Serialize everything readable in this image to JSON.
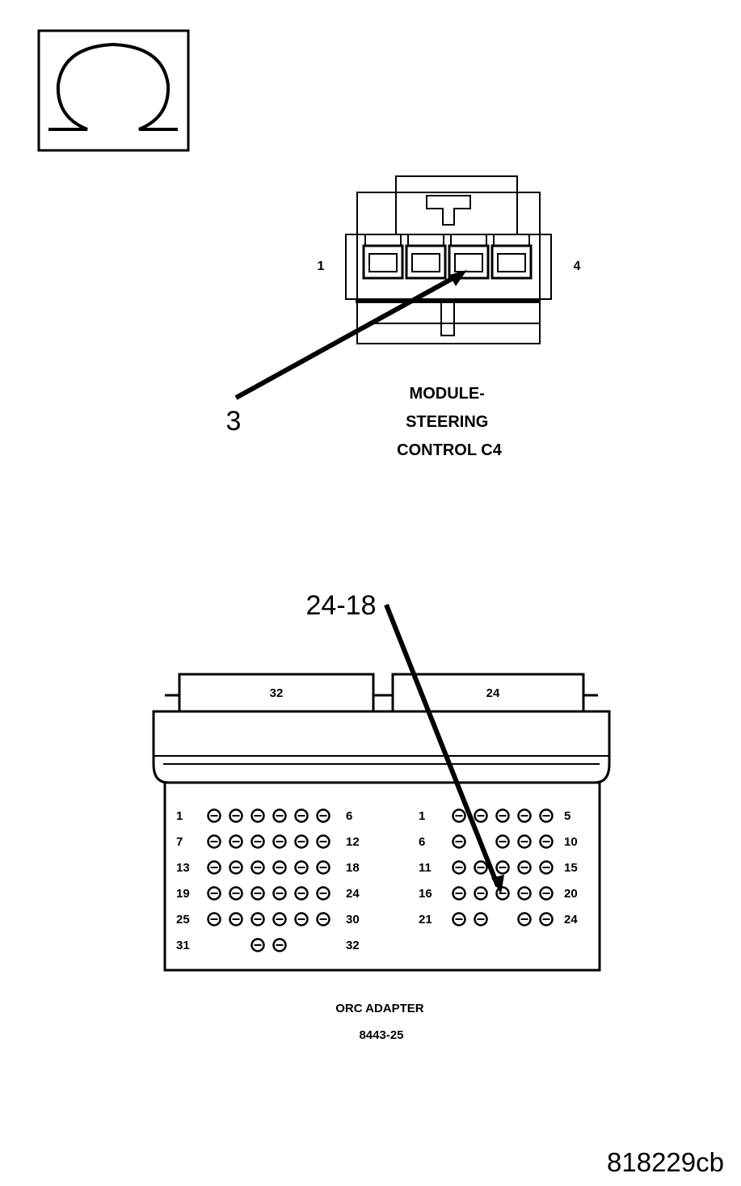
{
  "ohmmeter": {
    "icon": "omega-icon"
  },
  "module_connector": {
    "pin_left": "1",
    "pin_right": "4",
    "callout": "3",
    "label_lines": [
      "MODULE-",
      "STEERING",
      "CONTROL C4"
    ]
  },
  "orc_adapter": {
    "callout": "24-18",
    "tab_left": "32",
    "tab_right": "24",
    "left_block": {
      "row_start": [
        "1",
        "7",
        "13",
        "19",
        "25",
        "31"
      ],
      "row_end": [
        "6",
        "12",
        "18",
        "24",
        "30",
        "32"
      ]
    },
    "right_block": {
      "row_start": [
        "1",
        "6",
        "11",
        "16",
        "21"
      ],
      "row_end": [
        "5",
        "10",
        "15",
        "20",
        "24"
      ]
    },
    "label_lines": [
      "ORC ADAPTER",
      "8443-25"
    ]
  },
  "figure_id": "818229cb"
}
